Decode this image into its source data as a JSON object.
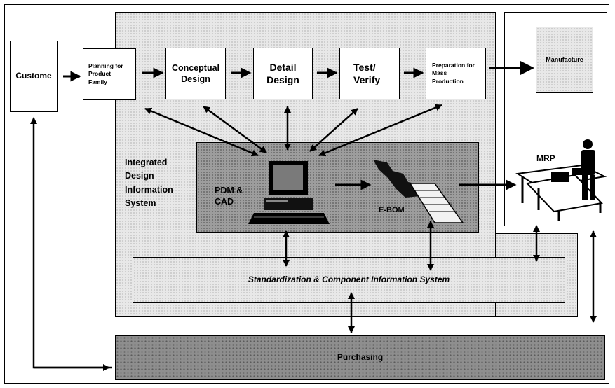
{
  "customer": "Custome",
  "phases": {
    "planning": "Planning for Product Family",
    "conceptual": "Conceptual Design",
    "detail": "Detail Design",
    "test": "Test/ Verify",
    "preparation": "Preparation for Mass Production"
  },
  "manufacture": "Manufacture",
  "mrp": "MRP",
  "integrated_system": "Integrated Design Information System",
  "pdm_cad": "PDM & CAD",
  "ebom": "E-BOM",
  "standardization": "Standardization & Component Information System",
  "purchasing": "Purchasing"
}
